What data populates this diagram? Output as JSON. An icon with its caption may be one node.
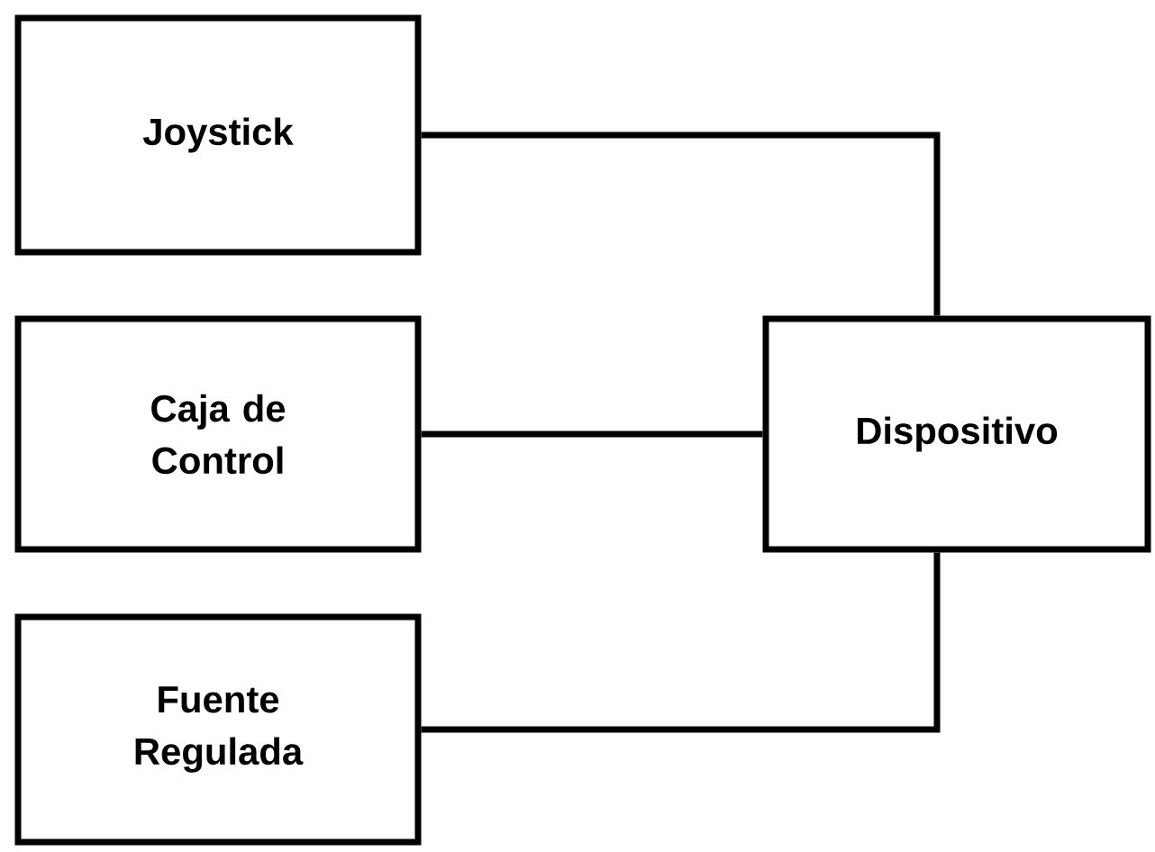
{
  "diagram": {
    "nodes": [
      {
        "text": [
          "Joystick"
        ]
      },
      {
        "text": [
          "Caja de Control"
        ]
      },
      {
        "text": [
          "Fuente Regulada"
        ]
      },
      {
        "text": [
          "Dispositivo"
        ]
      }
    ],
    "edges": [
      {
        "from": 0,
        "to": 3,
        "arrow": "none"
      },
      {
        "from": 1,
        "to": 3,
        "arrow": "none"
      },
      {
        "from": 2,
        "to": 3,
        "arrow": "none"
      }
    ]
  }
}
